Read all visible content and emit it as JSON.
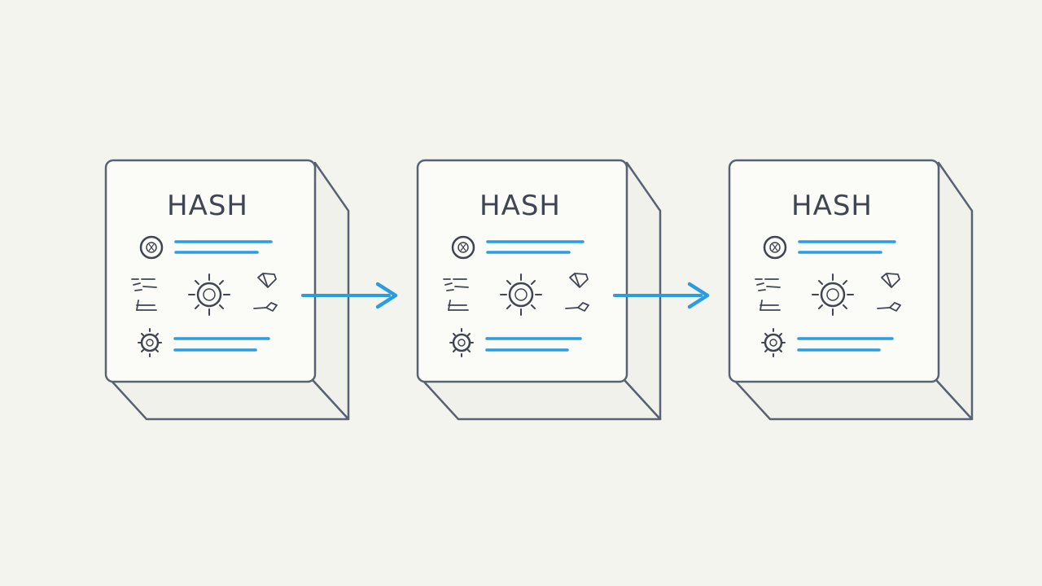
{
  "diagram": {
    "blocks": [
      {
        "title": "HASH"
      },
      {
        "title": "HASH"
      },
      {
        "title": "HASH"
      }
    ],
    "colors": {
      "background": "#f4f4ef",
      "outline": "#596273",
      "face": "#fbfbf8",
      "accent": "#2a9de0",
      "ink": "#3f4652"
    }
  }
}
